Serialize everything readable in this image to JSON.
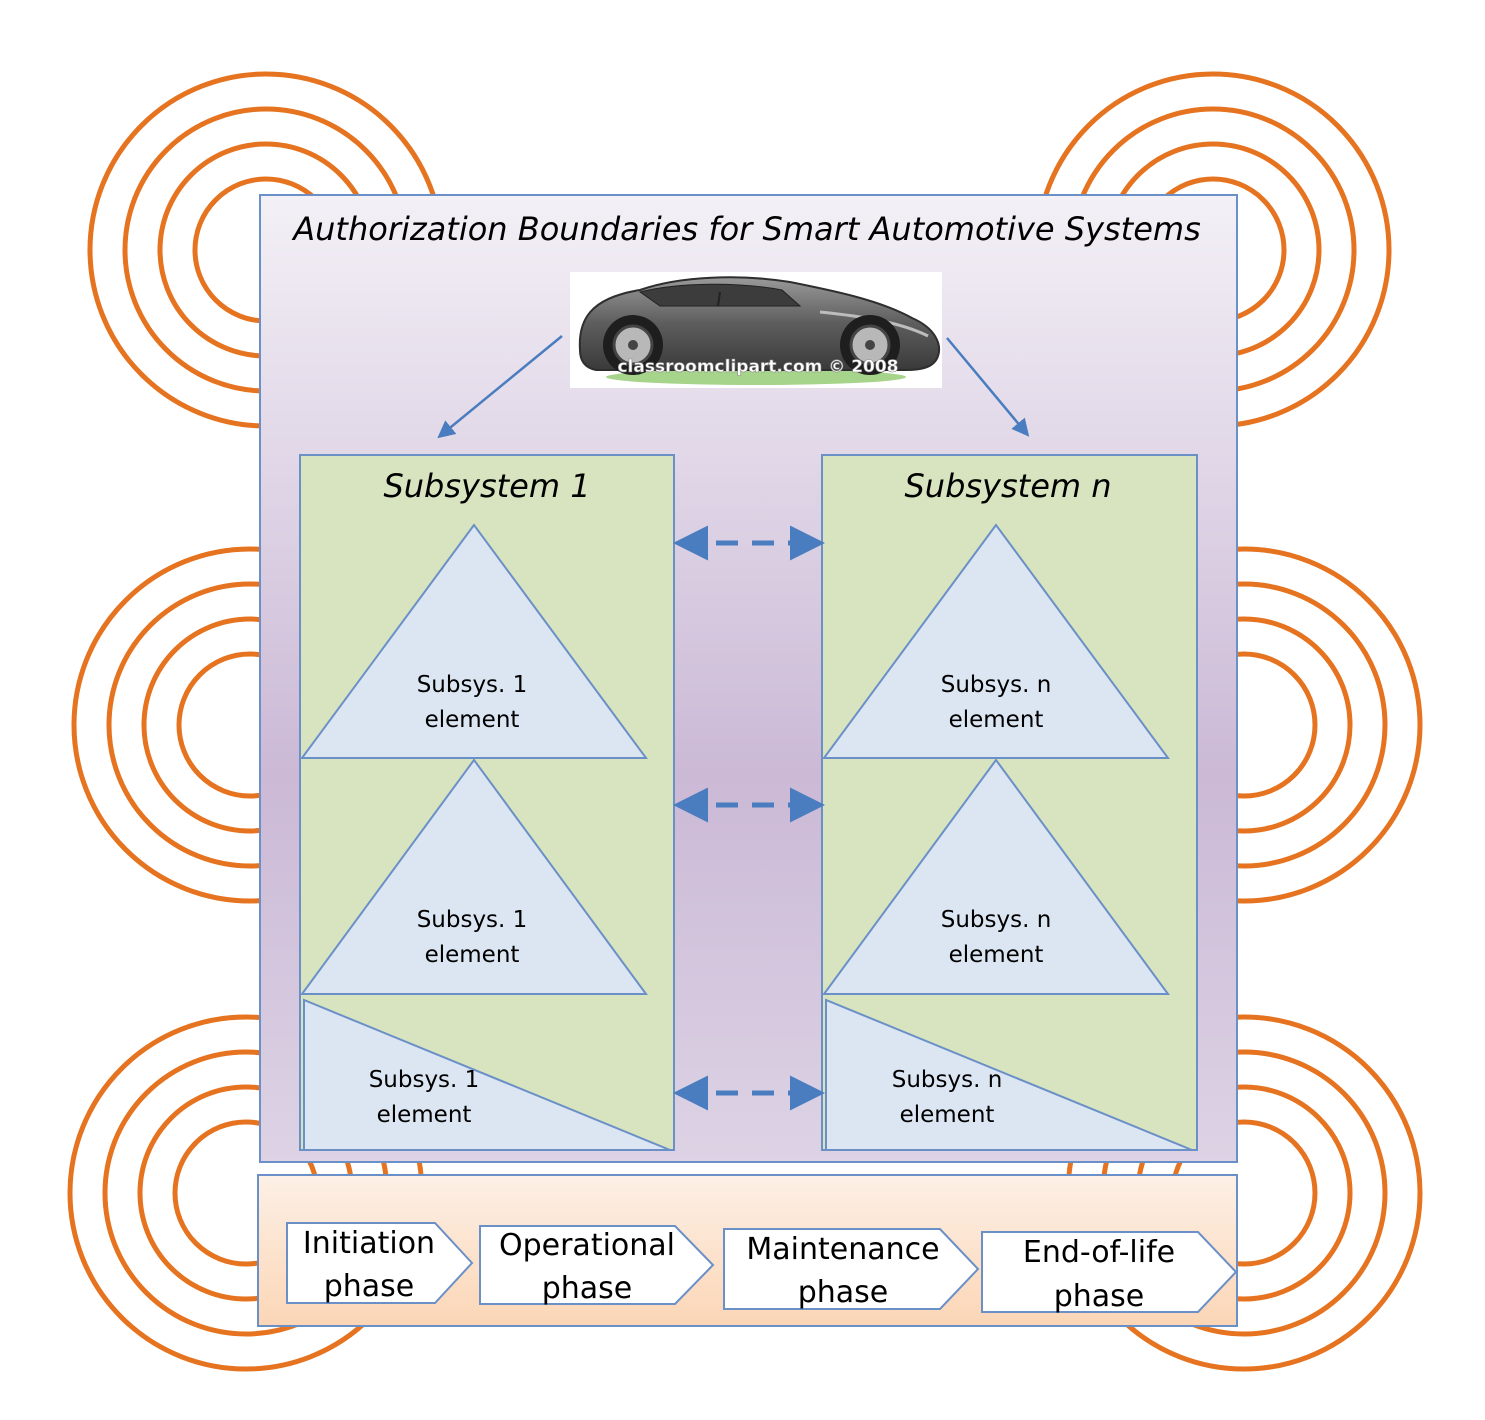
{
  "title": "Authorization Boundaries for Smart Automotive Systems",
  "car_image": {
    "icon": "sports-car-icon",
    "watermark": "classroomclipart.com © 2008"
  },
  "subsystems": [
    {
      "title": "Subsystem 1",
      "elements": [
        {
          "line1": "Subsys. 1",
          "line2": "element"
        },
        {
          "line1": "Subsys. 1",
          "line2": "element"
        },
        {
          "line1": "Subsys. 1",
          "line2": "element"
        }
      ]
    },
    {
      "title": "Subsystem n",
      "elements": [
        {
          "line1": "Subsys. n",
          "line2": "element"
        },
        {
          "line1": "Subsys. n",
          "line2": "element"
        },
        {
          "line1": "Subsys. n",
          "line2": "element"
        }
      ]
    }
  ],
  "phases": [
    {
      "line1": "Initiation",
      "line2": "phase"
    },
    {
      "line1": "Operational",
      "line2": "phase"
    },
    {
      "line1": "Maintenance",
      "line2": "phase"
    },
    {
      "line1": "End-of-life",
      "line2": "phase"
    }
  ],
  "colors": {
    "ring": "#e5731f",
    "boundary_stroke": "#6b8fc7",
    "subsystem_fill": "#d8e4bf",
    "element_fill": "#dce6f2",
    "arrow": "#4a7dbf",
    "phase_bar_top": "#fdf0e6",
    "phase_bar_bottom": "#fbd6b6"
  }
}
